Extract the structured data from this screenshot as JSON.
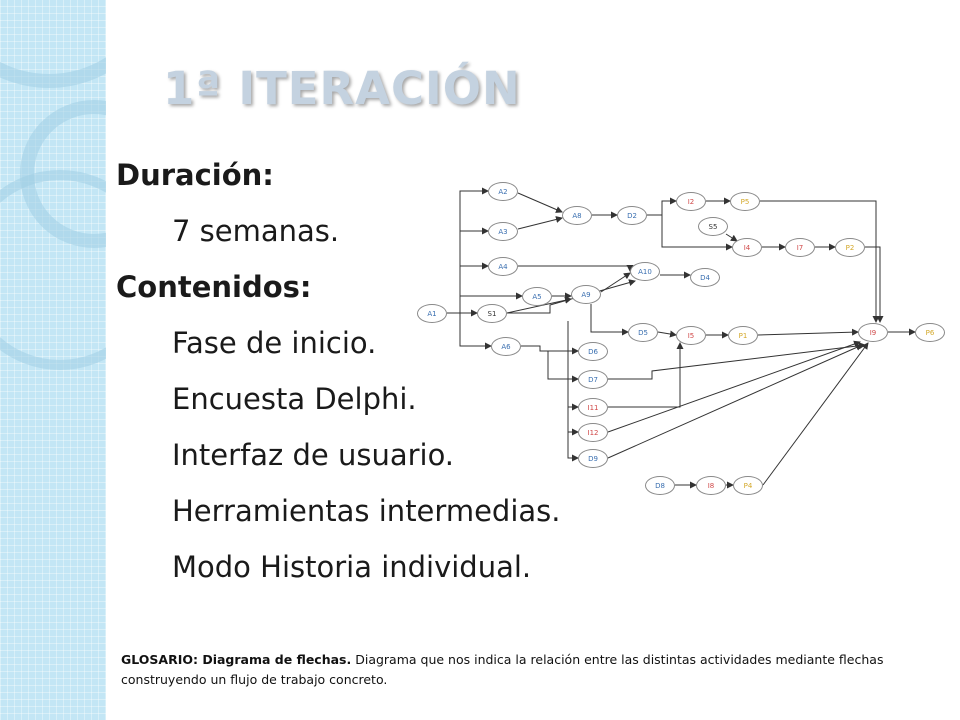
{
  "title": "1ª ITERACIÓN",
  "duration_label": "Duración:",
  "duration_value": "7 semanas.",
  "contents_label": "Contenidos:",
  "contents": [
    "Fase de inicio.",
    "Encuesta Delphi.",
    "Interfaz de usuario.",
    "Herramientas intermedias.",
    "Modo Historia individual."
  ],
  "glossary": {
    "term": "GLOSARIO: Diagrama de flechas.",
    "definition": " Diagrama que nos indica la relación entre las distintas actividades mediante flechas construyendo un flujo de trabajo concreto."
  },
  "diagram": {
    "colors": {
      "A": "#3a6fb0",
      "D": "#3a6fb0",
      "I": "#d04848",
      "P": "#d4a82a",
      "S": "#333333",
      "edge": "#333333"
    },
    "nodes": [
      {
        "id": "A1",
        "label": "A1"
      },
      {
        "id": "A2",
        "label": "A2"
      },
      {
        "id": "A3",
        "label": "A3"
      },
      {
        "id": "A4",
        "label": "A4"
      },
      {
        "id": "A5",
        "label": "A5"
      },
      {
        "id": "A6",
        "label": "A6"
      },
      {
        "id": "S1",
        "label": "S1"
      },
      {
        "id": "A8",
        "label": "A8"
      },
      {
        "id": "D2",
        "label": "D2"
      },
      {
        "id": "I2",
        "label": "I2"
      },
      {
        "id": "P5",
        "label": "P5"
      },
      {
        "id": "S5",
        "label": "S5"
      },
      {
        "id": "I4",
        "label": "I4"
      },
      {
        "id": "I7",
        "label": "I7"
      },
      {
        "id": "P2",
        "label": "P2"
      },
      {
        "id": "A10",
        "label": "A10"
      },
      {
        "id": "D4",
        "label": "D4"
      },
      {
        "id": "A9",
        "label": "A9"
      },
      {
        "id": "D5",
        "label": "D5"
      },
      {
        "id": "I5",
        "label": "I5"
      },
      {
        "id": "P1",
        "label": "P1"
      },
      {
        "id": "I9",
        "label": "I9"
      },
      {
        "id": "P6",
        "label": "P6"
      },
      {
        "id": "D6",
        "label": "D6"
      },
      {
        "id": "D7",
        "label": "D7"
      },
      {
        "id": "I11",
        "label": "I11"
      },
      {
        "id": "I12",
        "label": "I12"
      },
      {
        "id": "D9",
        "label": "D9"
      },
      {
        "id": "D8",
        "label": "D8"
      },
      {
        "id": "I8",
        "label": "I8"
      },
      {
        "id": "P4",
        "label": "P4"
      }
    ],
    "edges": [
      [
        "A1",
        "A2"
      ],
      [
        "A1",
        "A3"
      ],
      [
        "A1",
        "A4"
      ],
      [
        "A1",
        "A5"
      ],
      [
        "A1",
        "S1"
      ],
      [
        "A1",
        "A6"
      ],
      [
        "A2",
        "A8"
      ],
      [
        "A3",
        "A8"
      ],
      [
        "A8",
        "D2"
      ],
      [
        "D2",
        "I2"
      ],
      [
        "I2",
        "P5"
      ],
      [
        "D2",
        "I4"
      ],
      [
        "S5",
        "I4"
      ],
      [
        "I4",
        "I7"
      ],
      [
        "I7",
        "P2"
      ],
      [
        "P5",
        "I9"
      ],
      [
        "P2",
        "I9"
      ],
      [
        "A4",
        "A10"
      ],
      [
        "A10",
        "D4"
      ],
      [
        "A5",
        "A9"
      ],
      [
        "S1",
        "A9"
      ],
      [
        "A9",
        "A10"
      ],
      [
        "S1",
        "A10"
      ],
      [
        "A9",
        "D5"
      ],
      [
        "D5",
        "I5"
      ],
      [
        "I5",
        "P1"
      ],
      [
        "P1",
        "I9"
      ],
      [
        "I9",
        "P6"
      ],
      [
        "A6",
        "D6"
      ],
      [
        "A6",
        "D7"
      ],
      [
        "A9",
        "I11"
      ],
      [
        "A9",
        "I12"
      ],
      [
        "A9",
        "D9"
      ],
      [
        "I11",
        "I5"
      ],
      [
        "I12",
        "I9"
      ],
      [
        "D9",
        "I9"
      ],
      [
        "D7",
        "I9"
      ],
      [
        "D8",
        "I8"
      ],
      [
        "I8",
        "P4"
      ],
      [
        "P4",
        "I9"
      ]
    ]
  }
}
